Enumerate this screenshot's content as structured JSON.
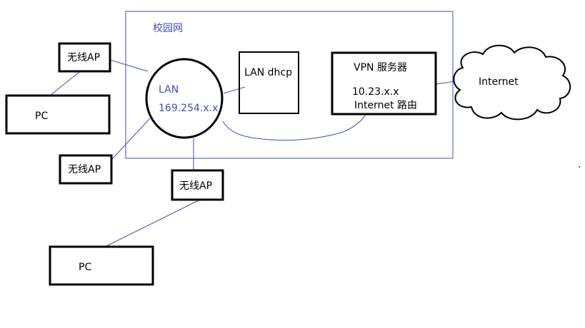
{
  "campus": {
    "title": "校园网"
  },
  "lan": {
    "name": "LAN",
    "subnet": "169.254.x.x"
  },
  "dhcp": {
    "label": "LAN dhcp"
  },
  "vpn": {
    "title": "VPN 服务器",
    "ip": "10.23.x.x",
    "router": "Internet 路由"
  },
  "internet": {
    "label": "Internet"
  },
  "access_points": [
    {
      "label": "无线AP"
    },
    {
      "label": "无线AP"
    },
    {
      "label": "无线AP"
    }
  ],
  "pcs": [
    {
      "label": "PC"
    },
    {
      "label": "PC"
    }
  ],
  "colors": {
    "link_line": "#3e4fb5",
    "campus_border": "#3e4fb5",
    "box_border": "#000000"
  }
}
